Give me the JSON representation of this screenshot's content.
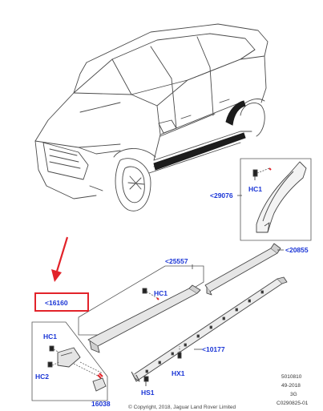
{
  "callouts": {
    "p29076": "<29076",
    "hc1_top": "HC1",
    "p20855": "<20855",
    "p25557": "<25557",
    "hc1_mid": "HC1",
    "p16160": "<16160",
    "hc1_left": "HC1",
    "hc2_left": "HC2",
    "p10177": "<10177",
    "p16038": "16038",
    "hx1": "HX1",
    "hs1": "HS1"
  },
  "meta": {
    "code1": "5010810",
    "code2": "49-2018",
    "code3": "3G",
    "code4": "C0290825-01",
    "copyright": "© Copyright, 2018, Jaguar Land Rover Limited"
  },
  "colors": {
    "callout": "#1a35d6",
    "highlight": "#e2232a",
    "line": "#444444"
  }
}
